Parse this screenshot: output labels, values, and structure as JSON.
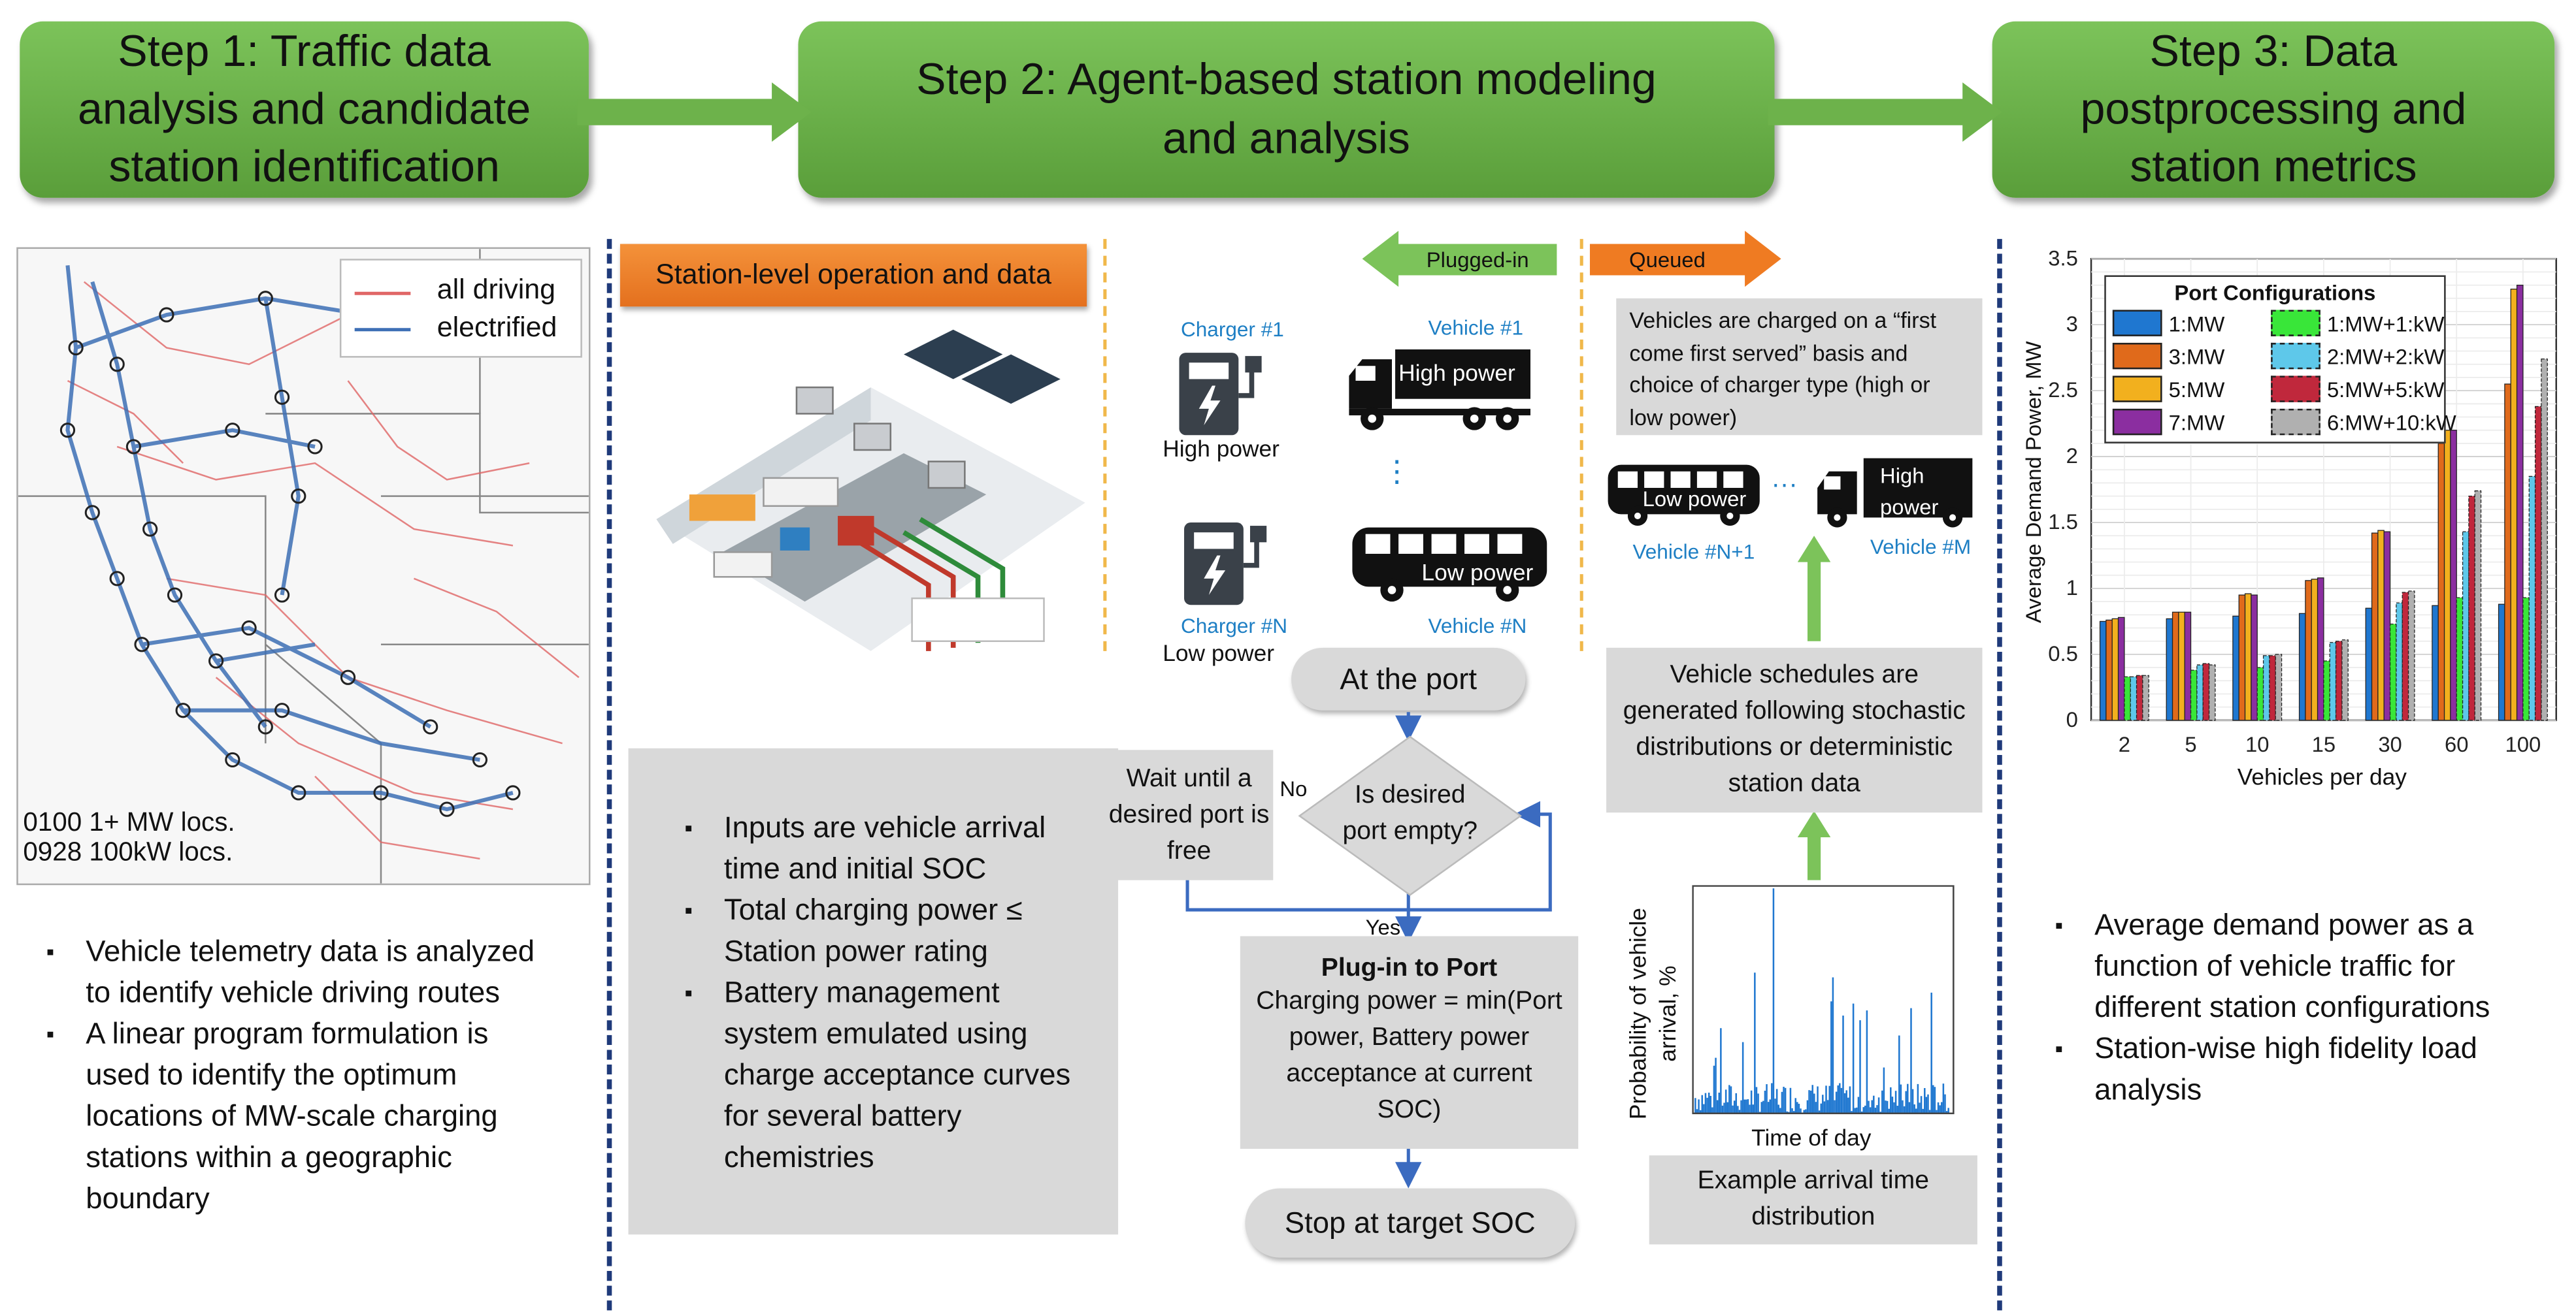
{
  "steps": {
    "step1": "Step 1: Traffic data analysis and candidate station identification",
    "step2": "Step 2: Agent-based station modeling and analysis",
    "step3": "Step 3: Data postprocessing and station metrics"
  },
  "map": {
    "legend_all": "all driving",
    "legend_electrified": "electrified",
    "count_mw": "0100 1+ MW locs.",
    "count_kw": "0928 100kW locs.",
    "color_all": "#e06666",
    "color_electrified": "#3d6fb5"
  },
  "step1_bullets": [
    "Vehicle telemetry data is analyzed to identify vehicle driving routes",
    "A linear program formulation is used to identify the optimum locations of MW-scale charging stations within a geographic boundary"
  ],
  "station_header": "Station-level operation and data",
  "station_bullets": [
    "Inputs are vehicle arrival time and initial SOC",
    "Total charging power ≤ Station power rating",
    "Battery management system emulated using charge acceptance curves for several battery chemistries"
  ],
  "flow": {
    "plugged_in": "Plugged-in",
    "queued": "Queued",
    "charger1": "Charger #1",
    "chargerN": "Charger #N",
    "high_power": "High power",
    "low_power": "Low power",
    "vehicle1": "Vehicle #1",
    "vehicleN": "Vehicle #N",
    "vehicleN1": "Vehicle #N+1",
    "vehicleM": "Vehicle #M",
    "dots": "⋮",
    "hdots": "···",
    "truck_label_high": "High power",
    "bus_label_low": "Low power",
    "at_port": "At the port",
    "decision": "Is desired port empty?",
    "no": "No",
    "yes": "Yes",
    "wait": "Wait until a desired port is free",
    "plugin_title": "Plug-in to Port",
    "plugin_body": "Charging power = min(Port power, Battery power acceptance at current SOC)",
    "stop": "Stop at target SOC",
    "queue_note": "Vehicles are charged on a “first come first served” basis and choice of charger type (high or low power)",
    "schedule_note": "Vehicle schedules are generated following stochastic distributions or deterministic station data",
    "arrival_caption": "Example arrival time distribution",
    "arrival_ylabel": "Probability of vehicle arrival, %",
    "arrival_xlabel": "Time of day"
  },
  "step3_bullets": [
    "Average demand power as a function of vehicle traffic for different station configurations",
    "Station-wise high fidelity load analysis"
  ],
  "chart_data": {
    "type": "bar",
    "title": "",
    "xlabel": "Vehicles per day",
    "ylabel": "Average Demand Power, MW",
    "ylim": [
      0,
      3.5
    ],
    "yticks": [
      "0",
      "0.5",
      "1",
      "1.5",
      "2",
      "2.5",
      "3",
      "3.5"
    ],
    "categories": [
      "2",
      "5",
      "10",
      "15",
      "30",
      "60",
      "100"
    ],
    "legend_title": "Port Configurations",
    "legend_placement": "top-left",
    "grid": true,
    "series": [
      {
        "name": "1:MW",
        "color": "#1f77d0",
        "dashed": false,
        "values": [
          0.75,
          0.77,
          0.79,
          0.81,
          0.85,
          0.87,
          0.88
        ]
      },
      {
        "name": "3:MW",
        "color": "#e06a1b",
        "dashed": false,
        "values": [
          0.76,
          0.82,
          0.95,
          1.06,
          1.42,
          2.1,
          2.55
        ]
      },
      {
        "name": "5:MW",
        "color": "#f2b01e",
        "dashed": false,
        "values": [
          0.77,
          0.82,
          0.96,
          1.07,
          1.44,
          2.2,
          3.27
        ]
      },
      {
        "name": "7:MW",
        "color": "#8b2ea0",
        "dashed": false,
        "values": [
          0.78,
          0.82,
          0.95,
          1.08,
          1.43,
          2.2,
          3.3
        ]
      },
      {
        "name": "1:MW+1:kW",
        "color": "#39e639",
        "dashed": true,
        "values": [
          0.33,
          0.38,
          0.4,
          0.45,
          0.73,
          0.93,
          0.93
        ]
      },
      {
        "name": "2:MW+2:kW",
        "color": "#5ec8ea",
        "dashed": true,
        "values": [
          0.33,
          0.42,
          0.49,
          0.59,
          0.89,
          1.43,
          1.85
        ]
      },
      {
        "name": "5:MW+5:kW",
        "color": "#c0283c",
        "dashed": true,
        "values": [
          0.34,
          0.43,
          0.49,
          0.6,
          0.97,
          1.7,
          2.38
        ]
      },
      {
        "name": "6:MW+10:kW",
        "color": "#b0b0b0",
        "dashed": true,
        "values": [
          0.34,
          0.42,
          0.5,
          0.61,
          0.98,
          1.74,
          2.74
        ]
      }
    ]
  }
}
